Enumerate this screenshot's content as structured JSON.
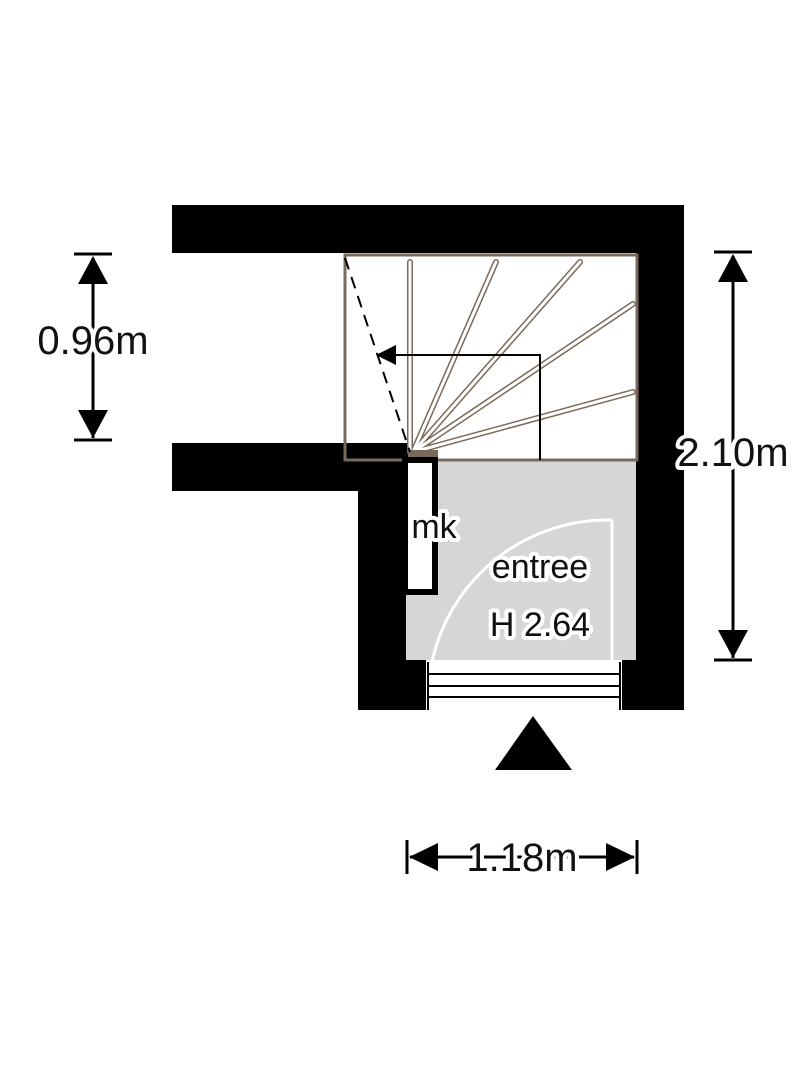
{
  "labels": {
    "dim_left": "0.96m",
    "dim_right": "2.10m",
    "dim_bottom": "1.18m",
    "closet": "mk",
    "room_name": "entree",
    "room_height": "H 2.64"
  },
  "colors": {
    "wall": "#000000",
    "floor": "#d6d6d6",
    "stair_frame": "#7a6a5a",
    "background": "#ffffff"
  },
  "icons": {
    "entrance": "entrance-arrow-icon",
    "stair_direction": "stair-direction-arrow-icon"
  }
}
